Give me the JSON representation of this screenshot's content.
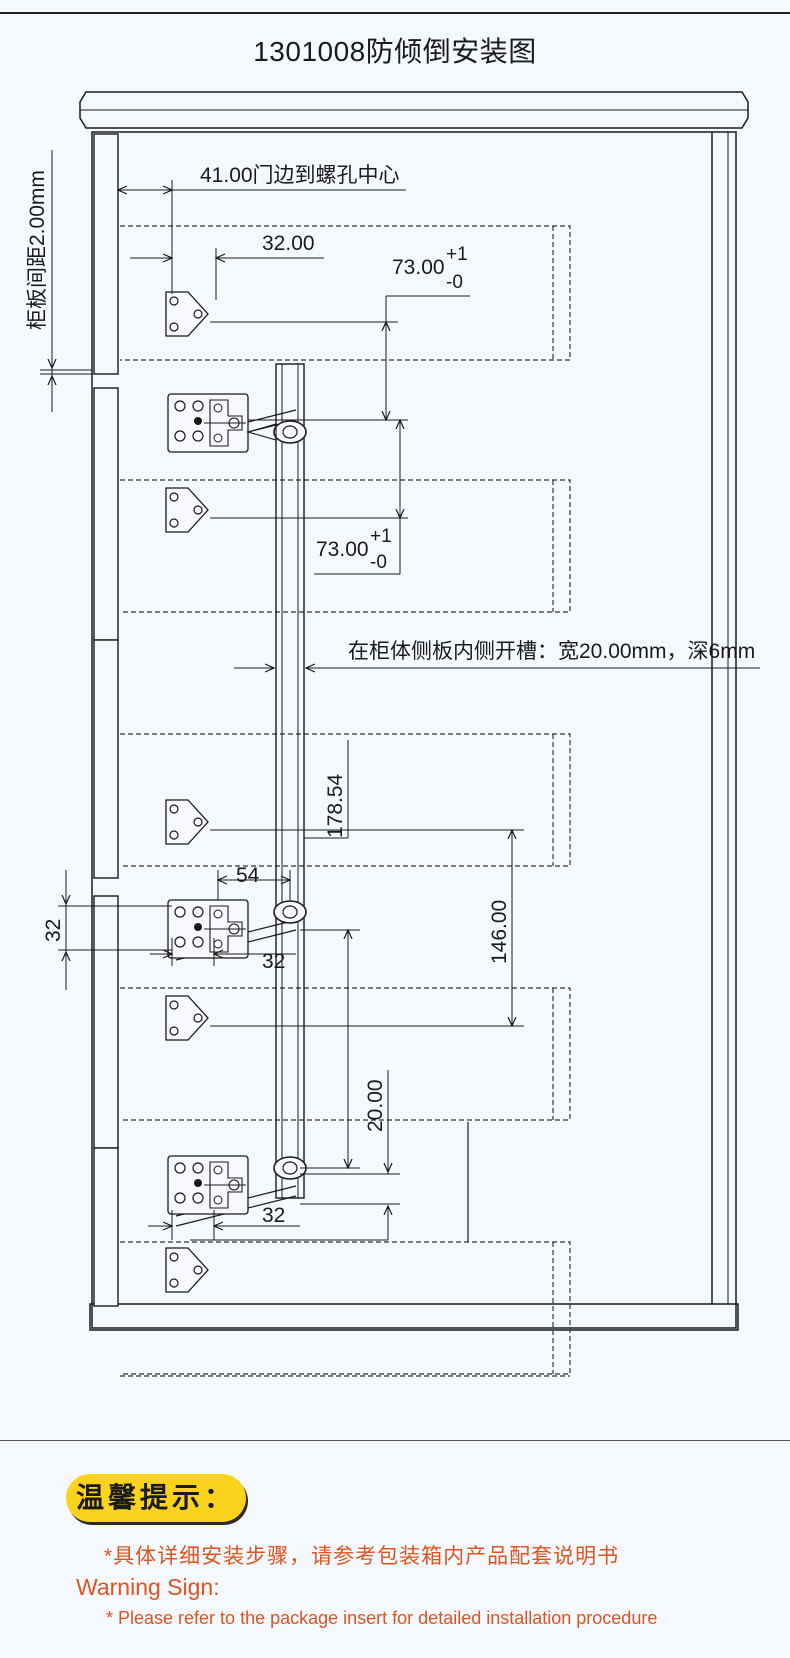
{
  "title": "1301008防倾倒安装图",
  "dimensions": {
    "gap_vertical": "柜板间距2.00mm",
    "door_edge_to_hole": "41.00门边到螺孔中心",
    "width_32": "32.00",
    "spacing_top": "73.00",
    "spacing_mid": "73.00",
    "tol_plus": "+1",
    "tol_minus": "-0",
    "groove_note": "在柜体侧板内侧开槽：宽20.00mm，深6mm",
    "d_17854": "178.54",
    "d_14600": "146.00",
    "d_54": "54",
    "d_32_left": "32",
    "d_32_a": "32",
    "d_2000": "20.00",
    "d_32_b": "32"
  },
  "tips": {
    "badge": "温馨提示：",
    "note_cn": "*具体详细安装步骤，请参考包装箱内产品配套说明书",
    "warning_title": "Warning Sign:",
    "warning_text": "* Please refer to the package insert for detailed installation procedure"
  },
  "colors": {
    "line": "#1a1a1a",
    "dashed": "#333333",
    "badge": "#fbd31c",
    "note": "#e0531f",
    "background": "#f5f9fe"
  }
}
